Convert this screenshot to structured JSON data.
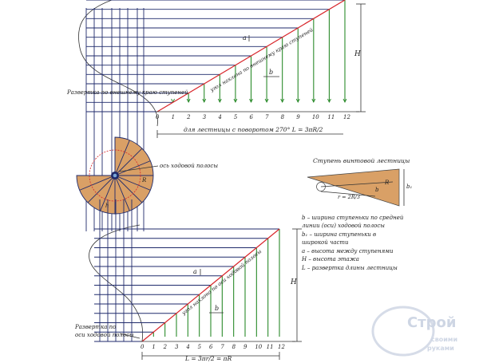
{
  "top_stair": {
    "incline_label": "угол наклона по внешнему краю ступеней",
    "sweep_label": "Развертка по внешнему краю ступеней",
    "length_label": "для лестницы с поворотом 270°  L = 3πR/2",
    "height_label": "H",
    "a_label": "a",
    "b_label": "b",
    "step_numbers": [
      "0",
      "1",
      "2",
      "3",
      "4",
      "5",
      "6",
      "7",
      "8",
      "9",
      "10",
      "11",
      "12"
    ]
  },
  "plan": {
    "axis_label": "ось ходовой полосы",
    "radius_label": "R",
    "h_label": "h"
  },
  "step_detail": {
    "title": "Ступень винтовой лестницы",
    "r_label": "R",
    "b_label": "b",
    "b1_label": "b₁",
    "radius_formula": "r = 2R/3"
  },
  "legend": [
    "b – ширина ступеньки по средней",
    "линии (оси) ходовой полосы",
    "b₁ – ширина ступеньки в",
    "широкой части",
    "a – высота между ступенями",
    "H – высота этажа",
    "L – развертка длины лестницы"
  ],
  "bottom_stair": {
    "incline_label": "угол наклона по оси ходовой полосы",
    "sweep_label_1": "Развертка по",
    "sweep_label_2": "оси ходовой полосы",
    "length_label": "L = 3πr/2 = πR",
    "height_label": "H",
    "a_label": "a",
    "b_label": "b",
    "step_numbers": [
      "0",
      "1",
      "2",
      "3",
      "4",
      "5",
      "6",
      "7",
      "8",
      "9",
      "10",
      "11",
      "12"
    ]
  },
  "logo": {
    "brand": "Строй",
    "line2": "своими",
    "line3": "руками"
  },
  "colors": {
    "navy": "#1f2a6b",
    "green": "#2a8a2a",
    "red": "#d8252a",
    "wood": "#d9a066"
  }
}
